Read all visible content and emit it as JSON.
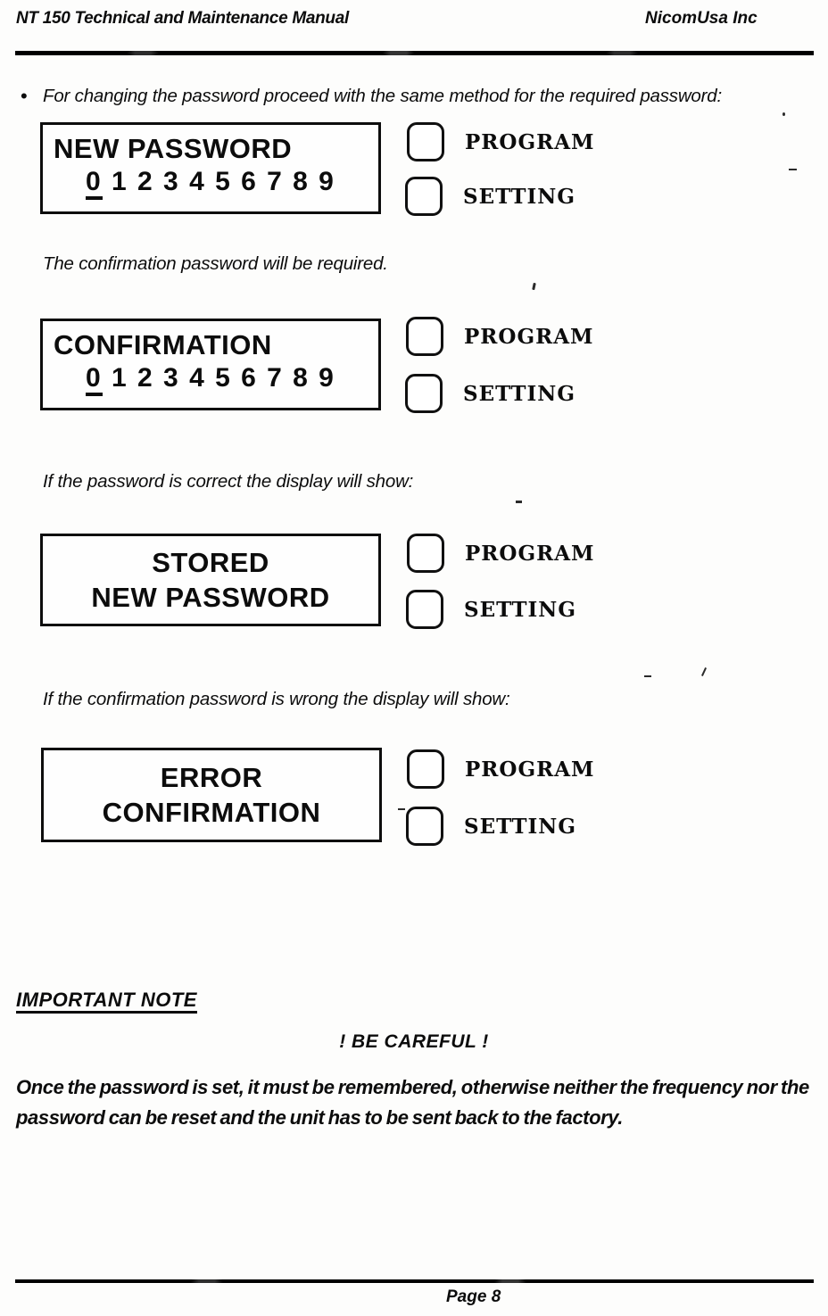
{
  "header": {
    "title_left": "NT 150 Technical and Maintenance Manual",
    "title_right": "NicomUsa Inc"
  },
  "intro": {
    "marker": "•",
    "text": "For changing the password proceed with the same method for the required password:"
  },
  "button_labels": {
    "program": "PROGRAM",
    "setting": "SETTING"
  },
  "sections": [
    {
      "display": {
        "line1": "NEW PASSWORD",
        "line2_first": "0",
        "line2_rest": " 1 2 3 4 5 6 7 8 9"
      }
    },
    {
      "caption": "The confirmation password will be required.",
      "display": {
        "line1": "CONFIRMATION",
        "line2_first": "0",
        "line2_rest": " 1 2 3 4 5 6 7 8 9"
      }
    },
    {
      "caption": "If the password is correct the display will show:",
      "display": {
        "line1": "STORED",
        "line2": "NEW PASSWORD"
      }
    },
    {
      "caption": "If the confirmation password is wrong the display will show:",
      "display": {
        "line1": "ERROR",
        "line2": "CONFIRMATION"
      }
    }
  ],
  "important_note": {
    "heading": "IMPORTANT NOTE",
    "warning": "! BE CAREFUL !",
    "body_lines": [
      "Once the password is set, it must be remembered, otherwise neither the frequency nor the",
      "password can be reset and the unit has to be sent back to the factory."
    ]
  },
  "footer": {
    "page_label": "Page 8"
  }
}
